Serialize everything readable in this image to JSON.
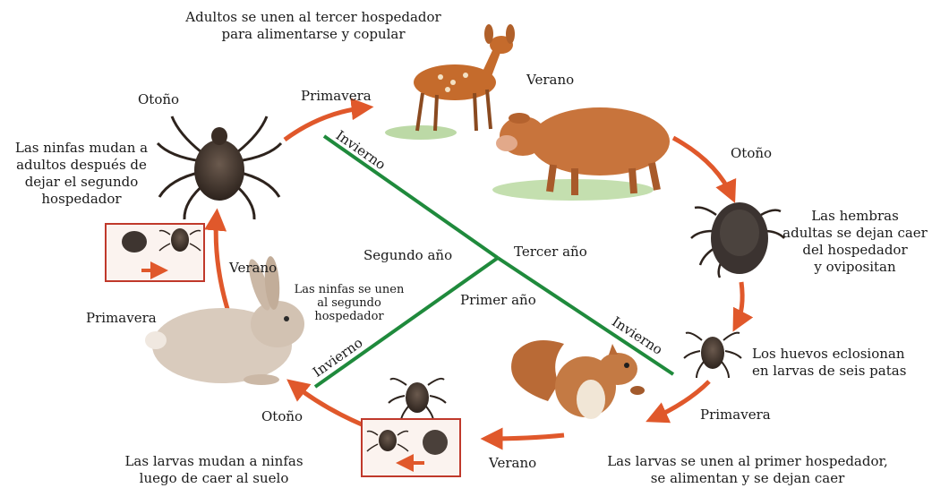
{
  "diagram": {
    "stage_title": "Adultos se unen al tercer hospedador\npara alimentarse y copular",
    "seasons": {
      "spring_top": "Primavera",
      "summer_top_right": "Verano",
      "autumn_right": "Otoño",
      "autumn_top_left": "Otoño",
      "summer_left": "Verano",
      "spring_left": "Primavera",
      "autumn_bottom_left": "Otoño",
      "summer_bottom": "Verano",
      "spring_bottom_right": "Primavera"
    },
    "stages": {
      "nymphs_molt": "Las ninfas mudan a\nadultos después de\ndejar el segundo\nhospedador",
      "females_drop": "Las hembras\nadultas se dejan caer\ndel hospedador\ny ovipositan",
      "eggs_hatch": "Los huevos eclosionan\nen larvas de seis patas",
      "larvae_first_host": "Las larvas se unen al primer hospedador,\nse alimentan y se dejan caer",
      "larvae_molt": "Las larvas mudan a ninfas\nluego de caer al suelo",
      "nymphs_second_host": "Las ninfas se unen\nal segundo\nhospedador"
    },
    "center": {
      "winter_1": "Invierno",
      "winter_2": "Invierno",
      "winter_3": "Invierno",
      "second_year": "Segundo año",
      "third_year": "Tercer año",
      "first_year": "Primer año"
    },
    "colors": {
      "arrow": "#e0582b",
      "green_line": "#1f8a3c",
      "box_border": "#c0392b"
    },
    "icons": [
      "deer",
      "calf",
      "rabbit",
      "squirrel",
      "tick"
    ]
  }
}
